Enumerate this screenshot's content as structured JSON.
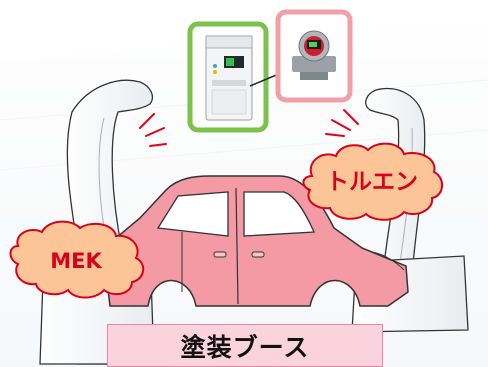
{
  "clouds": {
    "toluene": "トルエン",
    "mek": "MEK"
  },
  "booth": {
    "label": "塗装ブース"
  },
  "devices": {
    "controller_frame_color": "#7cc24a",
    "sensor_frame_color": "#f1a0a8"
  },
  "colors": {
    "car_body": "#f39aa4",
    "cloud_fill": "#fbc597",
    "alert_lines": "#e4001b"
  }
}
